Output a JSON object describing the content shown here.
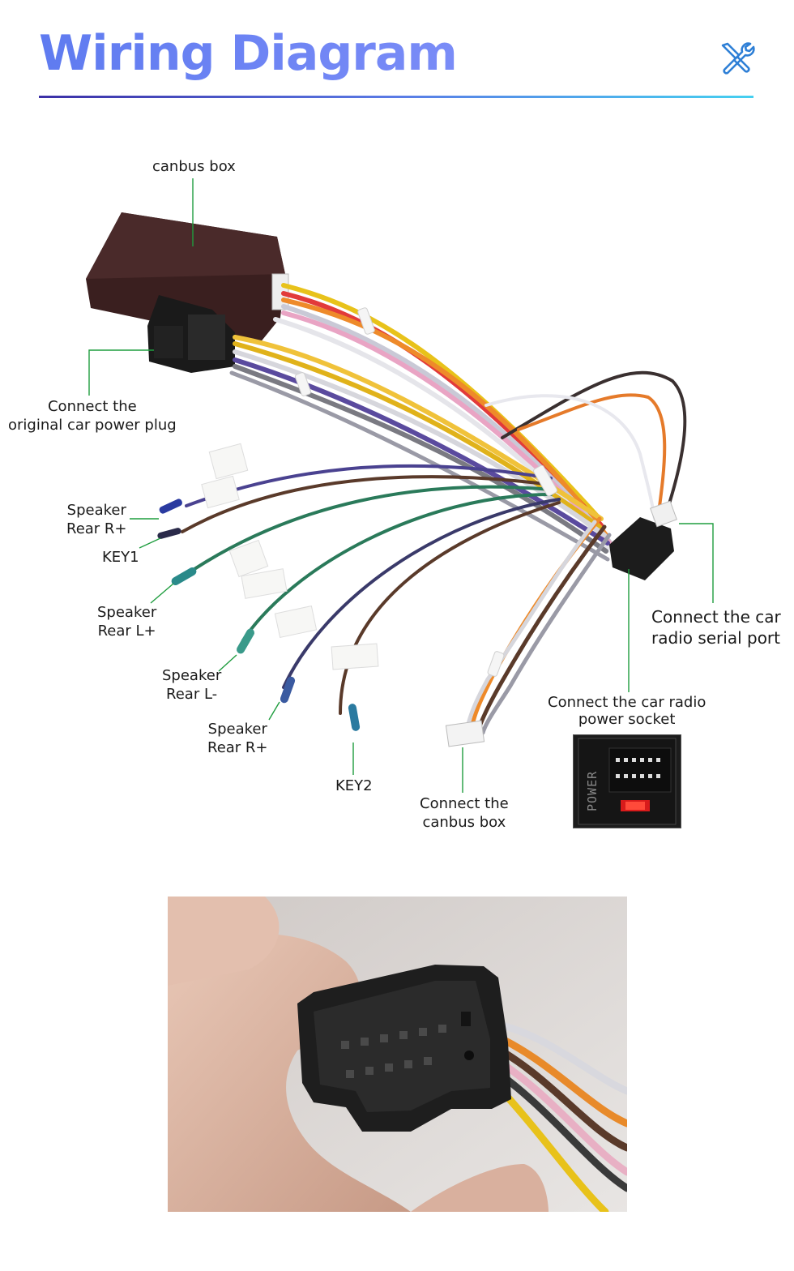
{
  "title": "Wiring Diagram",
  "icons": {
    "header": "tools-icon"
  },
  "colors": {
    "title_gradient_start": "#5f7bf0",
    "title_gradient_end": "#7a8cf7",
    "rule_start": "#3b2fa6",
    "rule_end": "#45d0f0",
    "leader_line": "#1f9d3f",
    "icon_blue": "#2e7fd6"
  },
  "labels": {
    "canbus_box": "canbus box",
    "original_power_plug": [
      "Connect the",
      "original car power plug"
    ],
    "speaker_rear_r_plus_1": [
      "Speaker",
      "Rear R+"
    ],
    "key1": "KEY1",
    "speaker_rear_l_plus": [
      "Speaker",
      "Rear  L+"
    ],
    "speaker_rear_l_minus": [
      "Speaker",
      "Rear  L-"
    ],
    "speaker_rear_r_plus_2": [
      "Speaker",
      "Rear R+"
    ],
    "key2": "KEY2",
    "connect_canbus_box": [
      "Connect the",
      "canbus box"
    ],
    "radio_power_socket": [
      "Connect the car radio",
      "power socket"
    ],
    "radio_serial_port": [
      "Connect the car",
      "radio  serial port"
    ]
  },
  "socket_label": "POWER"
}
